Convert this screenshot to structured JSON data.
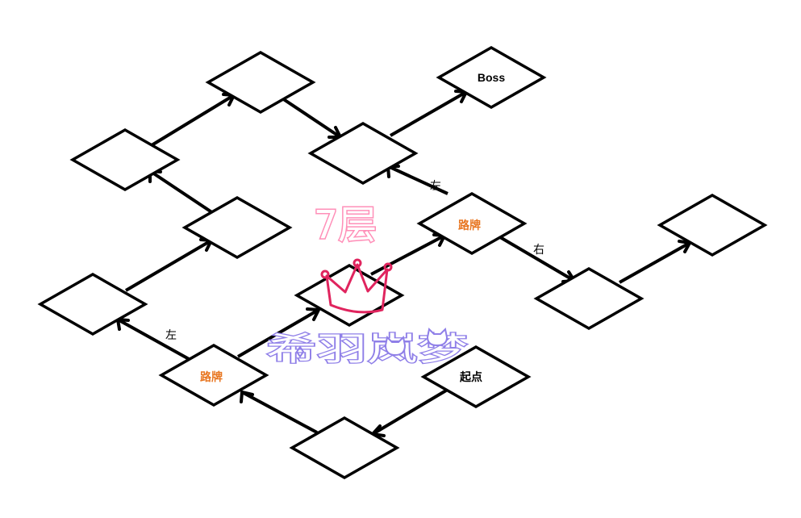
{
  "diagram": {
    "nodes": {
      "start": "起点",
      "boss": "Boss",
      "sign_lower": "路牌",
      "sign_upper": "路牌"
    },
    "edge_labels": {
      "left_lower": "左",
      "left_upper": "左",
      "right_upper": "右"
    },
    "floor_label": "7层",
    "watermark": "希羽岚梦",
    "colors": {
      "sign_text": "#e87722",
      "floor_glow": "#ff8fb8",
      "watermark": "#8f7fe8",
      "crown": "#e0245e"
    },
    "icons": [
      "crown-icon",
      "cat-face-icon",
      "sparkle-icon"
    ]
  }
}
